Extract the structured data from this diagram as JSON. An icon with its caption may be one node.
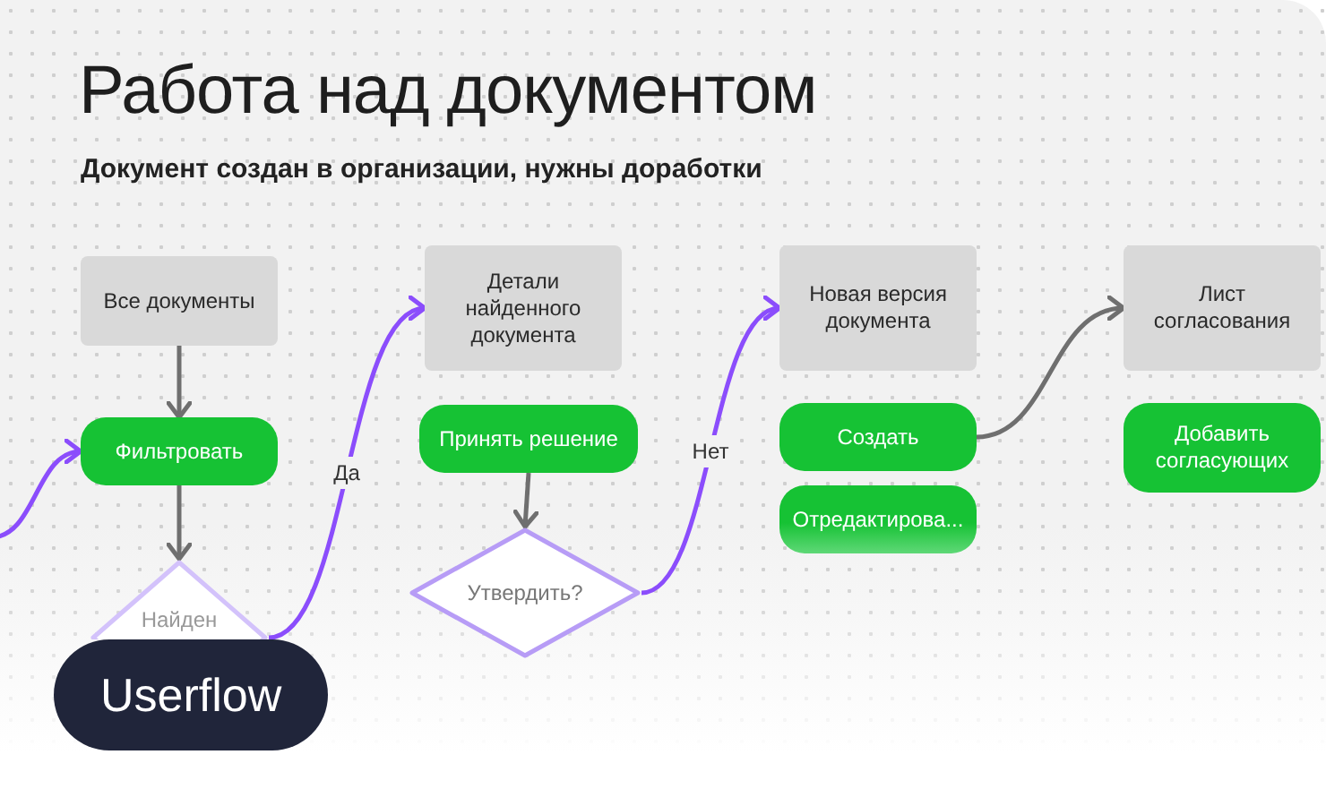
{
  "diagram": {
    "title": "Работа над документом",
    "nodes": [
      {
        "text": [
          "Все документы"
        ]
      },
      {
        "text": [
          "Фильтровать"
        ]
      },
      {
        "text": [
          "Найден"
        ]
      },
      {
        "text": [
          "Детали найденного документа"
        ]
      },
      {
        "text": [
          "Принять решение"
        ]
      },
      {
        "text": [
          "Утвердить?"
        ]
      },
      {
        "text": [
          "Новая версия документа"
        ]
      },
      {
        "text": [
          "Создать"
        ]
      },
      {
        "text": [
          "Отредактирова..."
        ]
      },
      {
        "text": [
          "Лист согласования"
        ]
      },
      {
        "text": [
          "Добавить согласующих"
        ]
      }
    ],
    "edges": [
      {
        "from": null,
        "to": 1,
        "arrow": "to",
        "color": "#8b4dfc"
      },
      {
        "from": 0,
        "to": 1,
        "arrow": "to"
      },
      {
        "from": 1,
        "to": 2,
        "arrow": "to"
      },
      {
        "from": 2,
        "to": 3,
        "arrow": "to",
        "label": "Да",
        "color": "#8b4dfc"
      },
      {
        "from": 4,
        "to": 5,
        "arrow": "to"
      },
      {
        "from": 5,
        "to": 6,
        "arrow": "to",
        "label": "Нет",
        "color": "#8b4dfc"
      },
      {
        "from": 7,
        "to": 9,
        "arrow": "to"
      }
    ],
    "labels": [
      "Документ создан в организации, нужны доработки",
      "Userflow"
    ]
  }
}
